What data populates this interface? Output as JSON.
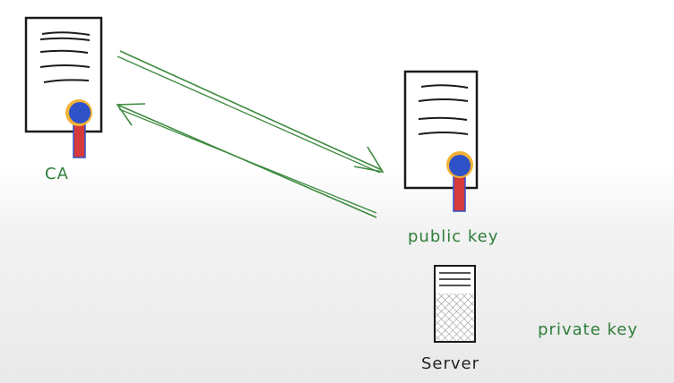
{
  "diagram": {
    "ca_label": "CA",
    "public_key_label": "public key",
    "server_label": "Server",
    "private_key_label": "private key"
  },
  "colors": {
    "arrow": "#3d8a3f",
    "label_green": "#2e7d3a",
    "label_dark": "#222222",
    "ribbon_red": "#d63a3a",
    "seal_blue": "#2f52c9",
    "seal_gold": "#f2b233",
    "ink": "#1a1a1a",
    "server_hatch": "#777777"
  },
  "icons": {
    "ca_certificate": "certificate-icon",
    "server_certificate": "certificate-icon",
    "server": "server-icon"
  }
}
